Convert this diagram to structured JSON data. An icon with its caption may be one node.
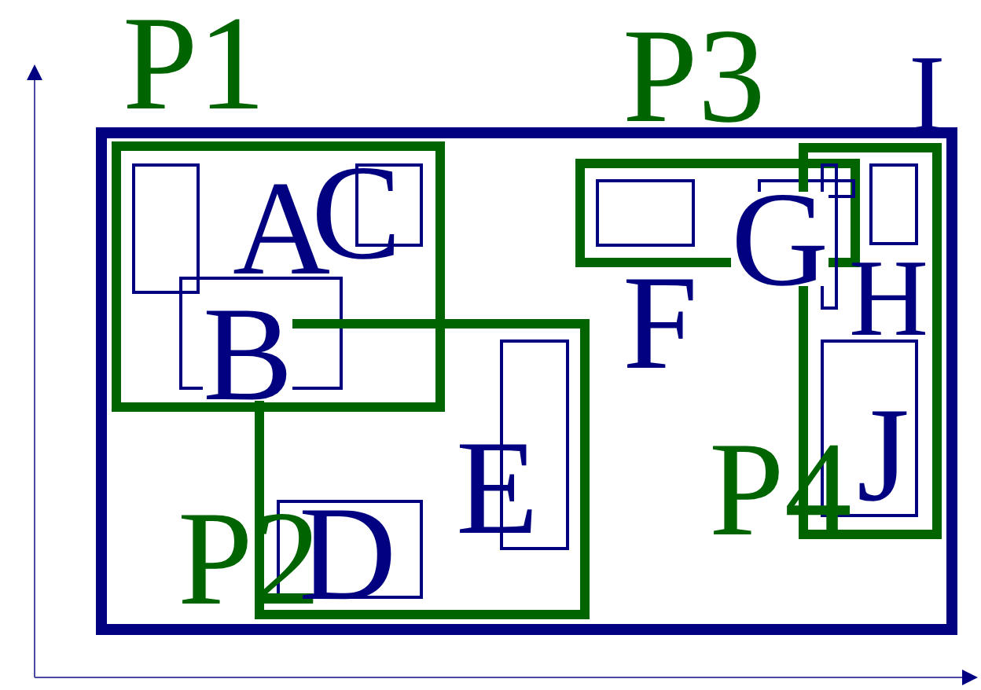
{
  "diagram": {
    "nodes": [
      {
        "text": [
          "I"
        ]
      },
      {
        "text": [
          "P1"
        ],
        "in": 0
      },
      {
        "text": [
          "A"
        ],
        "in": 1
      },
      {
        "text": [
          "C"
        ],
        "in": 1
      },
      {
        "text": [
          "B"
        ],
        "in": 1
      },
      {
        "text": [
          "P3"
        ],
        "in": 0
      },
      {
        "text": [
          "F"
        ],
        "in": 5
      },
      {
        "text": [
          "G"
        ],
        "in": 5
      },
      {
        "text": [
          "P4"
        ],
        "in": 0
      },
      {
        "text": [],
        "shape": "box",
        "in": 8
      },
      {
        "text": [
          "H"
        ],
        "in": 8
      },
      {
        "text": [
          "J"
        ],
        "in": 8
      },
      {
        "text": [
          "P2"
        ],
        "in": 0
      },
      {
        "text": [
          "D"
        ],
        "in": 12
      },
      {
        "text": [
          "E"
        ],
        "in": 12
      }
    ]
  }
}
